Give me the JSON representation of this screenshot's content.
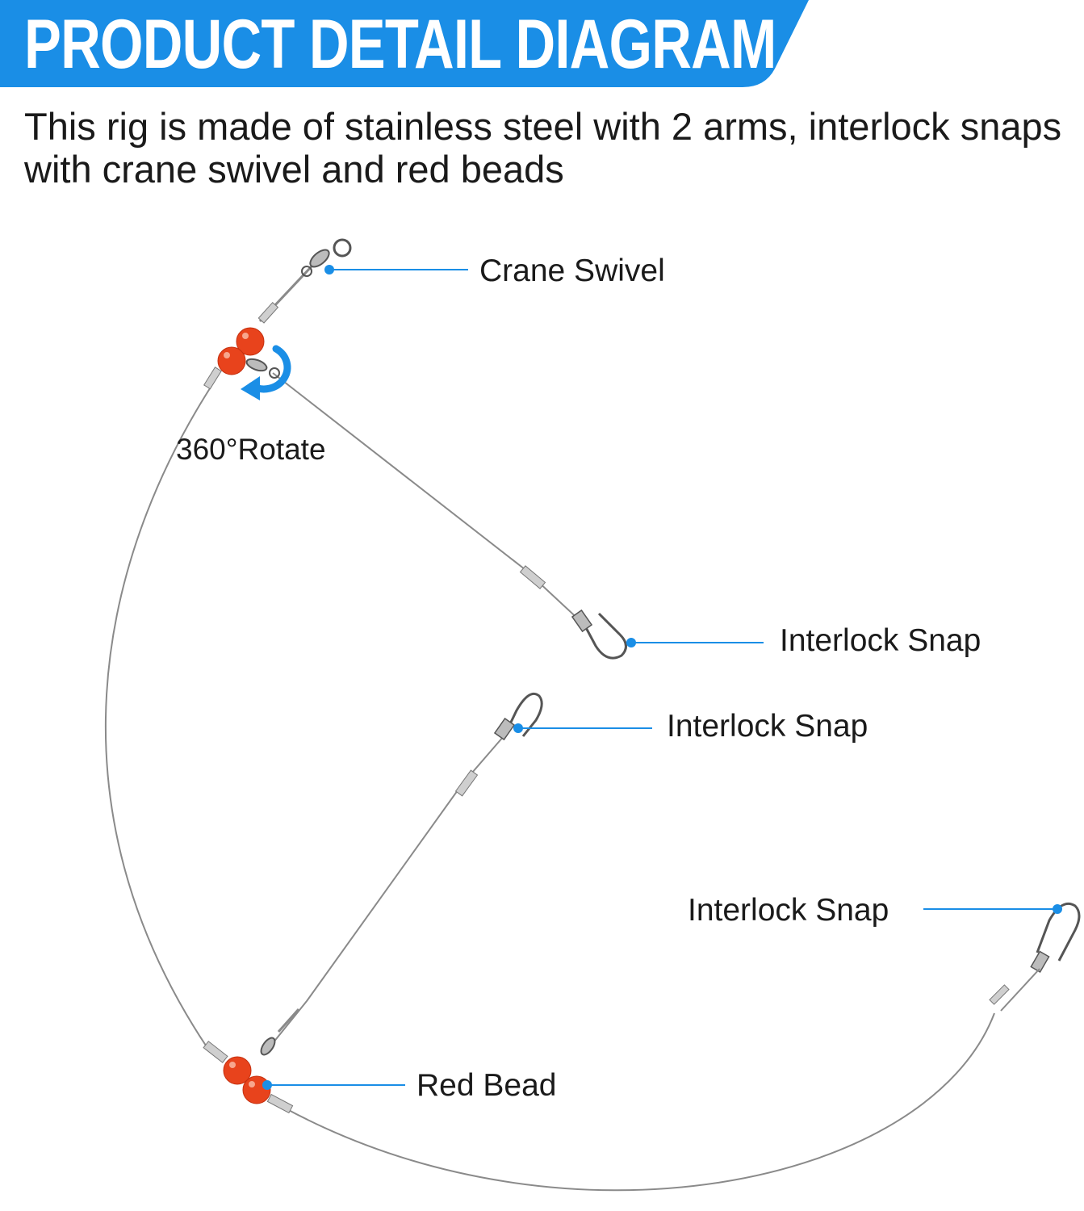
{
  "header": {
    "title": "PRODUCT DETAIL DIAGRAM",
    "description": "This rig is made of stainless steel with 2 arms, interlock snaps with crane swivel and red beads"
  },
  "colors": {
    "accent": "#1a8ee6",
    "bead": "#e8431c",
    "wire": "#8a8a8a",
    "text": "#1a1a1a"
  },
  "icons": [
    "rotate-arrow-icon"
  ],
  "labels": {
    "crane_swivel": "Crane Swivel",
    "rotate": "360°Rotate",
    "interlock_snap_upper": "Interlock Snap",
    "interlock_snap_middle": "Interlock Snap",
    "interlock_snap_right": "Interlock Snap",
    "red_bead": "Red Bead"
  }
}
